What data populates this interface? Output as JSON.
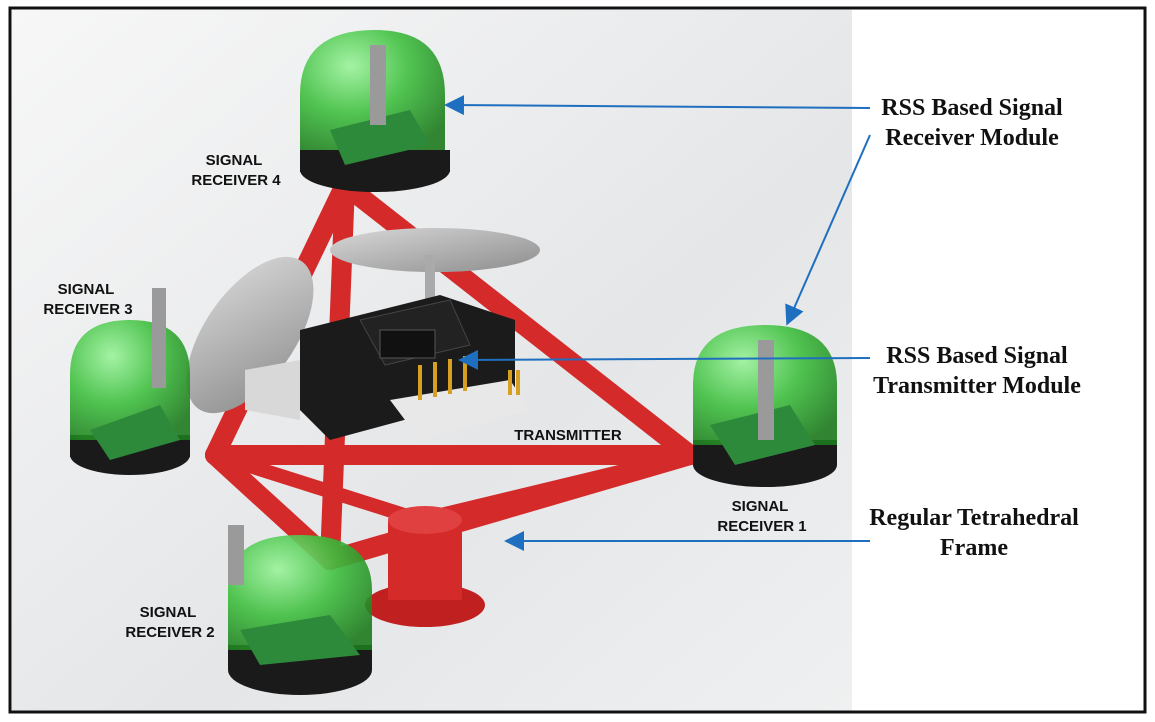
{
  "receivers": {
    "r4": {
      "line1": "SIGNAL",
      "line2": "RECEIVER 4"
    },
    "r3": {
      "line1": "SIGNAL",
      "line2": "RECEIVER 3"
    },
    "r2": {
      "line1": "SIGNAL",
      "line2": "RECEIVER 2"
    },
    "r1": {
      "line1": "SIGNAL",
      "line2": "RECEIVER 1"
    }
  },
  "transmitter_label": "TRANSMITTER",
  "callouts": {
    "receiver_module": {
      "line1": "RSS Based Signal",
      "line2": "Receiver Module"
    },
    "transmitter_module": {
      "line1": "RSS Based Signal",
      "line2": "Transmitter Module"
    },
    "frame": {
      "line1": "Regular Tetrahedral",
      "line2": "Frame"
    }
  },
  "colors": {
    "frame_red": "#d42a2a",
    "dome_green": "#3fbf3f",
    "arrow_blue": "#1f6fc0",
    "base_black": "#1a1a1a"
  }
}
